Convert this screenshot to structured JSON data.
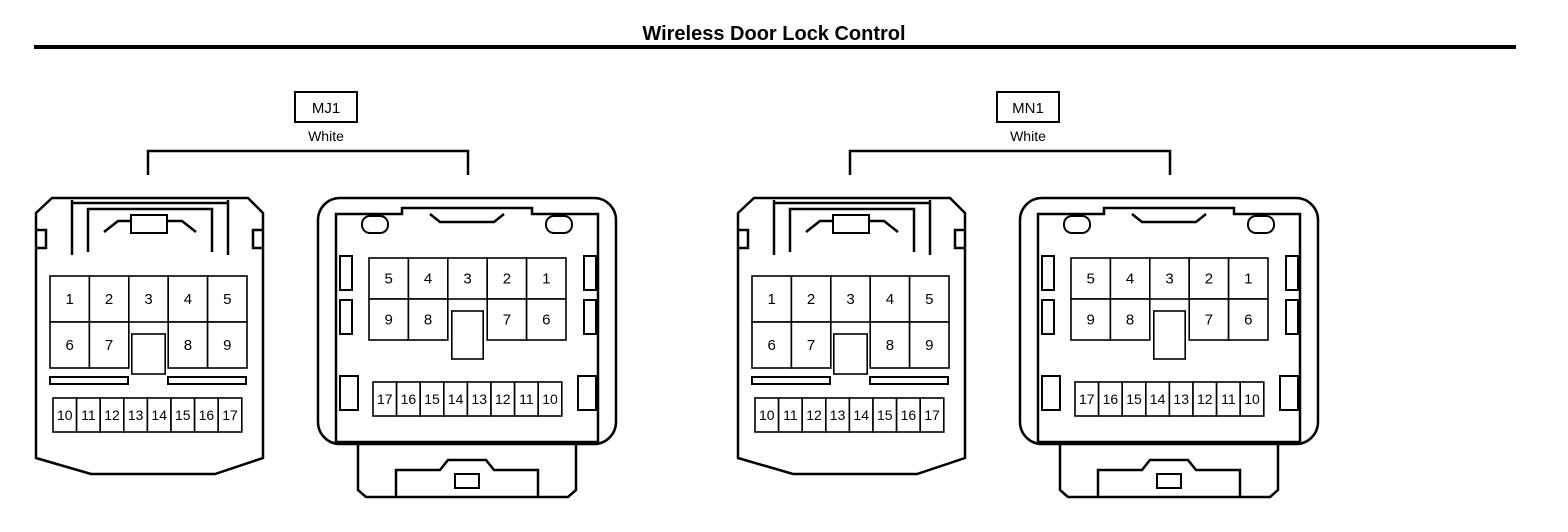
{
  "title": "Wireless Door Lock Control",
  "connectors": [
    {
      "code": "MJ1",
      "color": "White",
      "harness_side": {
        "top_row": [
          "1",
          "2",
          "3",
          "4",
          "5"
        ],
        "mid_row": [
          "6",
          "7",
          "",
          "8",
          "9"
        ],
        "bottom_row": [
          "10",
          "11",
          "12",
          "13",
          "14",
          "15",
          "16",
          "17"
        ]
      },
      "device_side": {
        "top_row": [
          "5",
          "4",
          "3",
          "2",
          "1"
        ],
        "mid_row": [
          "9",
          "8",
          "",
          "7",
          "6"
        ],
        "bottom_row": [
          "17",
          "16",
          "15",
          "14",
          "13",
          "12",
          "11",
          "10"
        ]
      }
    },
    {
      "code": "MN1",
      "color": "White",
      "harness_side": {
        "top_row": [
          "1",
          "2",
          "3",
          "4",
          "5"
        ],
        "mid_row": [
          "6",
          "7",
          "",
          "8",
          "9"
        ],
        "bottom_row": [
          "10",
          "11",
          "12",
          "13",
          "14",
          "15",
          "16",
          "17"
        ]
      },
      "device_side": {
        "top_row": [
          "5",
          "4",
          "3",
          "2",
          "1"
        ],
        "mid_row": [
          "9",
          "8",
          "",
          "7",
          "6"
        ],
        "bottom_row": [
          "17",
          "16",
          "15",
          "14",
          "13",
          "12",
          "11",
          "10"
        ]
      }
    }
  ]
}
